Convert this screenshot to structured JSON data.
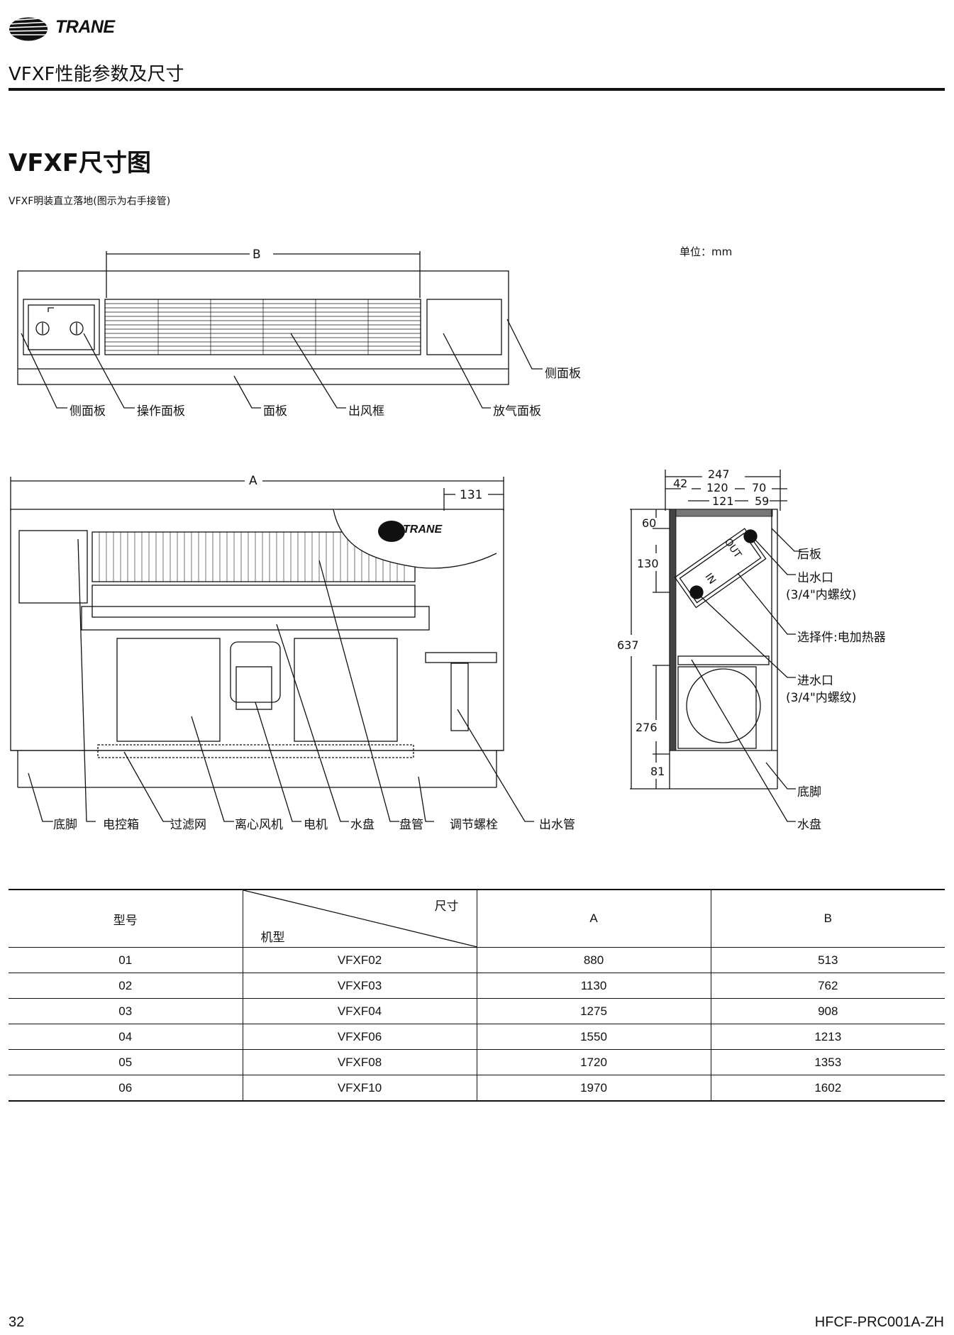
{
  "header": {
    "brand": "TRANE",
    "title": "VFXF性能参数及尺寸"
  },
  "section_title": "VFXF尺寸图",
  "subtitle": "VFXF明装直立落地(图示为右手接管)",
  "unit_label": "单位：mm",
  "front_view": {
    "dimension_label": "B",
    "callouts": [
      "侧面板",
      "操作面板",
      "面板",
      "出风框",
      "放气面板",
      "侧面板"
    ]
  },
  "interior_view": {
    "brand": "TRANE",
    "dimension_overall": "A",
    "dimension_right": "131",
    "callouts": [
      "底脚",
      "电控箱",
      "过滤网",
      "离心风机",
      "电机",
      "水盘",
      "盘管",
      "调节螺栓",
      "出水管"
    ]
  },
  "side_view": {
    "dims": [
      "247",
      "42",
      "120",
      "70",
      "121",
      "59",
      "60",
      "130",
      "637",
      "276",
      "81"
    ],
    "port_out": "OUT",
    "port_in": "IN",
    "callouts": {
      "back_panel": "后板",
      "outlet": "出水口",
      "outlet_spec": "(3/4\"内螺纹)",
      "heater": "选择件:电加热器",
      "inlet": "进水口",
      "inlet_spec": "(3/4\"内螺纹)",
      "foot": "底脚",
      "drain_pan": "水盘"
    }
  },
  "table": {
    "header": {
      "type": "型号",
      "size": "尺寸",
      "model": "机型",
      "col_a": "A",
      "col_b": "B"
    },
    "rows": [
      {
        "type": "01",
        "model": "VFXF02",
        "a": "880",
        "b": "513"
      },
      {
        "type": "02",
        "model": "VFXF03",
        "a": "1130",
        "b": "762"
      },
      {
        "type": "03",
        "model": "VFXF04",
        "a": "1275",
        "b": "908"
      },
      {
        "type": "04",
        "model": "VFXF06",
        "a": "1550",
        "b": "1213"
      },
      {
        "type": "05",
        "model": "VFXF08",
        "a": "1720",
        "b": "1353"
      },
      {
        "type": "06",
        "model": "VFXF10",
        "a": "1970",
        "b": "1602"
      }
    ]
  },
  "footer": {
    "page_number": "32",
    "doc_code": "HFCF-PRC001A-ZH"
  }
}
